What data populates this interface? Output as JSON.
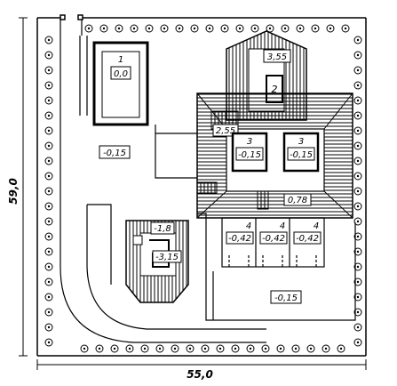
{
  "dimensions": {
    "width_label": "55,0",
    "height_label": "59,0"
  },
  "buildings": [
    {
      "number": "1",
      "level": "0,0"
    },
    {
      "number": "2",
      "roof_level": "3,55"
    },
    {
      "number": "3",
      "level": "-0,15"
    },
    {
      "number": "3",
      "level": "-0,15"
    },
    {
      "number": "4",
      "level": "-0,42"
    },
    {
      "number": "4",
      "level": "-0,42"
    },
    {
      "number": "4",
      "level": "-0,42"
    }
  ],
  "level_marks": {
    "terrace": "2,55",
    "step": "0,78",
    "courtyard_left": "-0,15",
    "courtyard_right": "-0,15",
    "pit_top": "-1,8",
    "pit_bottom": "-3,15"
  },
  "colors": {
    "ink": "#000000",
    "paper": "#ffffff"
  }
}
